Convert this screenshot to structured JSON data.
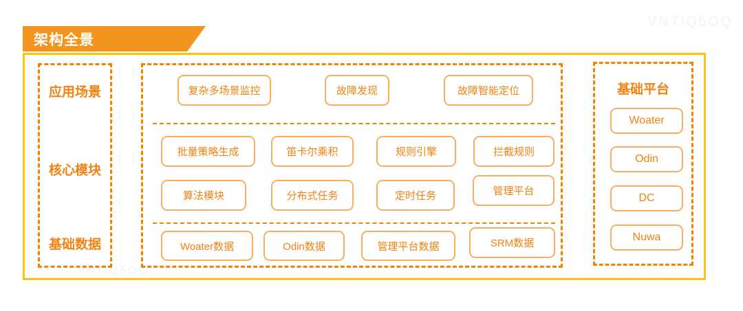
{
  "banner": {
    "title": "架构全景"
  },
  "watermarks": {
    "top_right": "VNTIQ5OQ",
    "bottom_left": "VNTIQ5OQ"
  },
  "left_column": {
    "labels": [
      "应用场景",
      "核心模块",
      "基础数据"
    ]
  },
  "middle_panel": {
    "scenario_boxes": [
      "复杂多场景监控",
      "故障发现",
      "故障智能定位"
    ],
    "core_row1": [
      "批量策略生成",
      "笛卡尔乘积",
      "规则引擎",
      "拦截规则"
    ],
    "core_row2": [
      "算法模块",
      "分布式任务",
      "定时任务",
      "管理平台"
    ],
    "data_boxes": [
      "Woater数据",
      "Odin数据",
      "管理平台数据",
      "SRM数据"
    ]
  },
  "right_column": {
    "title": "基础平台",
    "items": [
      "Woater",
      "Odin",
      "DC",
      "Nuwa"
    ]
  },
  "colors": {
    "banner_bg": "#F2941D",
    "frame_border": "#FFC30E",
    "dashed_border": "#F08300",
    "box_border": "#F7AE60",
    "text_orange": "#F08312",
    "banner_text": "#FFFFFF",
    "watermark": "#F6F6F6"
  }
}
